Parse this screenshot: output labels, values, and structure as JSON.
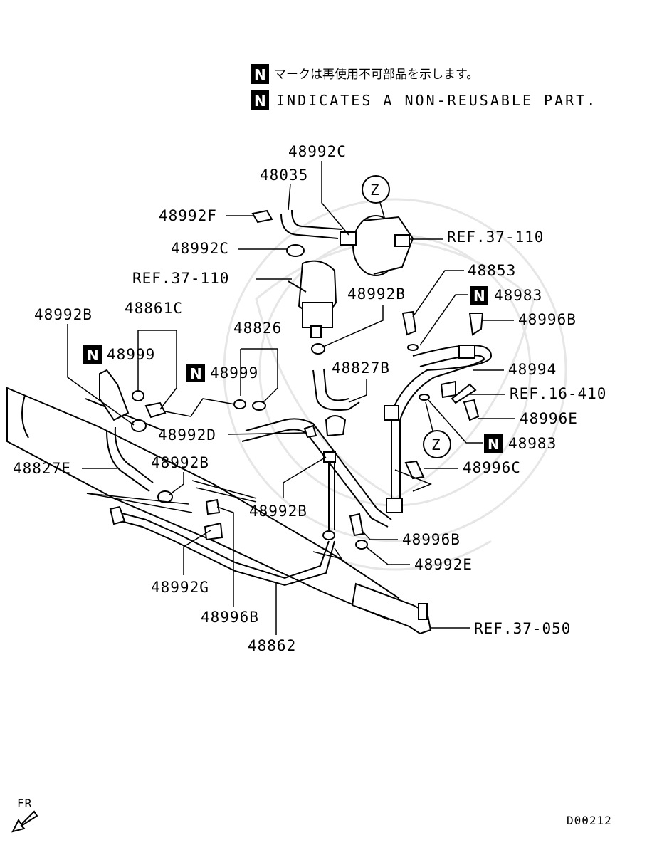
{
  "legend": {
    "badge": "N",
    "japanese": "マークは再使用不可部品を示します。",
    "english": "INDICATES A NON-REUSABLE PART."
  },
  "labels": {
    "p48992C_top": "48992C",
    "p48035": "48035",
    "p48992F": "48992F",
    "p48992C_mid": "48992C",
    "ref37110_right": "REF.37-110",
    "ref37110_left": "REF.37-110",
    "p48853": "48853",
    "p48983_top": "48983",
    "p48996B_top": "48996B",
    "p48992B_left": "48992B",
    "p48861C": "48861C",
    "p48992B_center": "48992B",
    "p48826": "48826",
    "p48999_left": "48999",
    "p48999_center": "48999",
    "p48827B": "48827B",
    "p48994": "48994",
    "ref16410": "REF.16-410",
    "p48996E": "48996E",
    "p48992D": "48992D",
    "p48983_bottom": "48983",
    "p48827E": "48827E",
    "p48992B_low": "48992B",
    "p48996C": "48996C",
    "p48992B_bottom": "48992B",
    "p48996B_mid": "48996B",
    "p48992E": "48992E",
    "p48992G": "48992G",
    "p48996B_low": "48996B",
    "ref37050": "REF.37-050",
    "p48862": "48862",
    "zoom_z": "Z"
  },
  "footer": {
    "direction": "FR",
    "code": "D00212"
  }
}
